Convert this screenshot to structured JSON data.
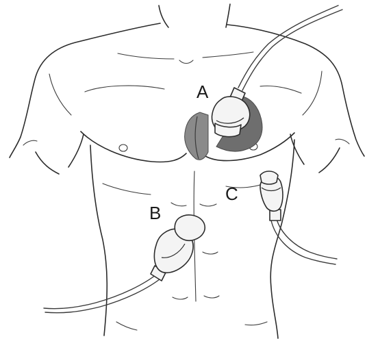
{
  "labels": {
    "a": "A",
    "b": "B",
    "c": "C"
  },
  "colors": {
    "outline": "#2b2b2b",
    "heart_shade": "#8a8a8a",
    "heart_dark": "#5e5e5e",
    "probe_fill": "#f4f4f4"
  }
}
